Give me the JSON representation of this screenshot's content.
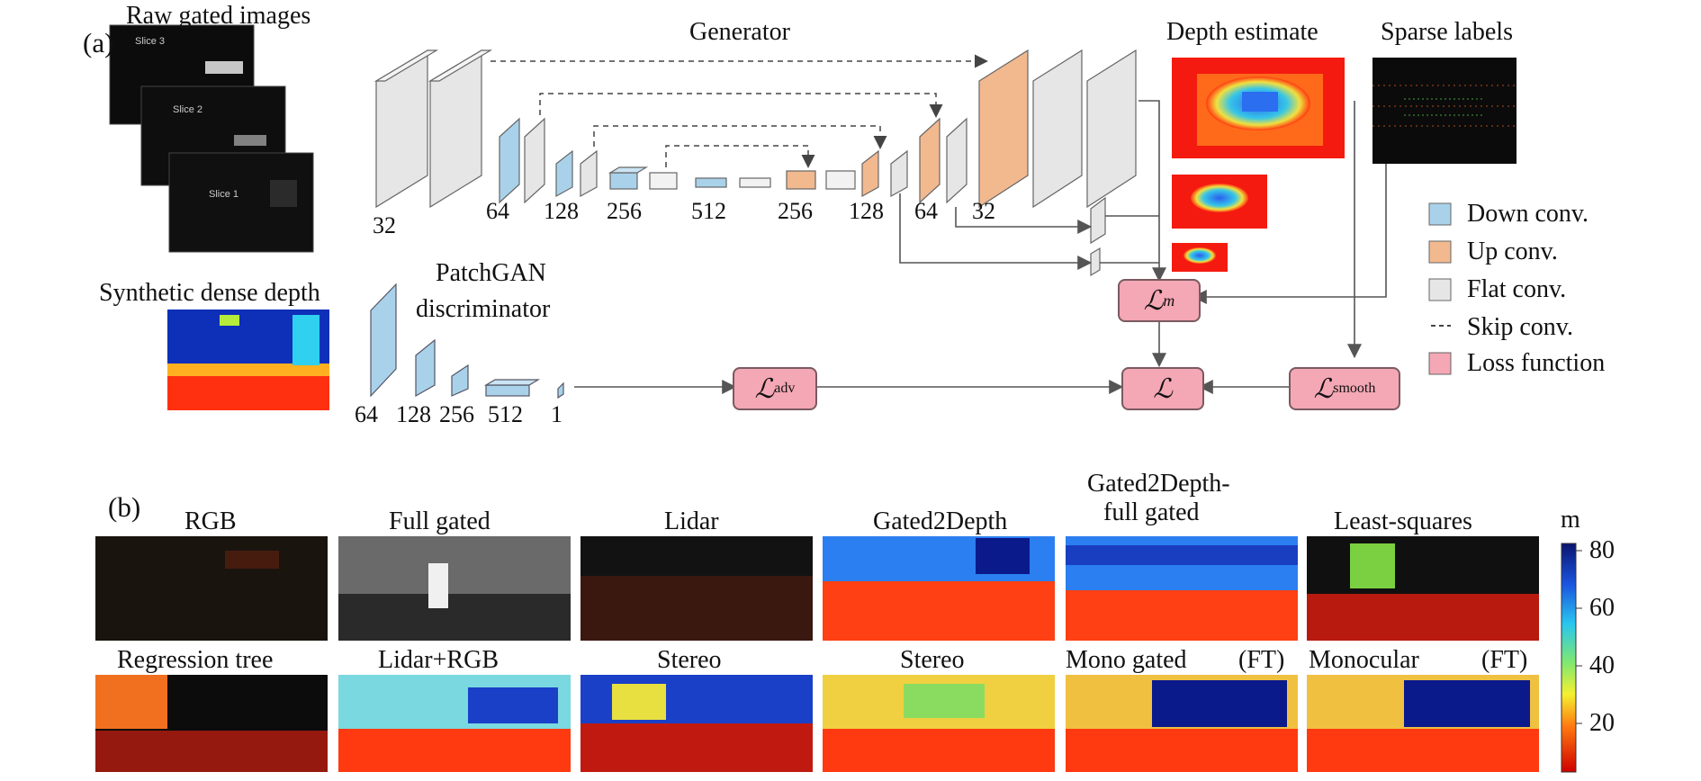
{
  "panel_a": {
    "label": "(a)",
    "raw_gated_title": "Raw gated images",
    "slices": [
      "Slice 3",
      "Slice 2",
      "Slice 1"
    ],
    "generator_title": "Generator",
    "synthetic_title": "Synthetic dense depth",
    "patchgan_title_1": "PatchGAN",
    "patchgan_title_2": "discriminator",
    "depth_estimate_title": "Depth estimate",
    "sparse_labels_title": "Sparse labels",
    "generator_channels": [
      "32",
      "64",
      "128",
      "256",
      "512",
      "256",
      "128",
      "64",
      "32"
    ],
    "discriminator_channels": [
      "64",
      "128",
      "256",
      "512",
      "1"
    ],
    "loss_m": "ℒ",
    "loss_m_sub": "m",
    "loss_adv": "ℒ",
    "loss_adv_sub": "adv",
    "loss_total": "ℒ",
    "loss_smooth": "ℒ",
    "loss_smooth_sub": "smooth",
    "legend": [
      {
        "label": "Down conv.",
        "color": "#a9d2ea"
      },
      {
        "label": "Up conv.",
        "color": "#f2b98f"
      },
      {
        "label": "Flat conv.",
        "color": "#e6e6e6"
      },
      {
        "label": "Skip conv.",
        "color": "dash"
      },
      {
        "label": "Loss function",
        "color": "#f4a7b4"
      }
    ]
  },
  "panel_b": {
    "label": "(b)",
    "row1": [
      "RGB",
      "Full gated",
      "Lidar",
      "Gated2Depth",
      "Gated2Depth-",
      "full gated",
      "Least-squares"
    ],
    "row2": [
      "Regression tree",
      "Lidar+RGB",
      "Stereo",
      "Stereo",
      "Mono gated",
      "(FT)",
      "Monocular",
      "(FT)"
    ],
    "colorbar_unit": "m",
    "colorbar_ticks": [
      "80",
      "60",
      "40",
      "20"
    ]
  },
  "colors": {
    "down": "#a9d2ea",
    "up": "#f2b98f",
    "flat": "#e6e6e6",
    "loss": "#f4a7b4"
  }
}
